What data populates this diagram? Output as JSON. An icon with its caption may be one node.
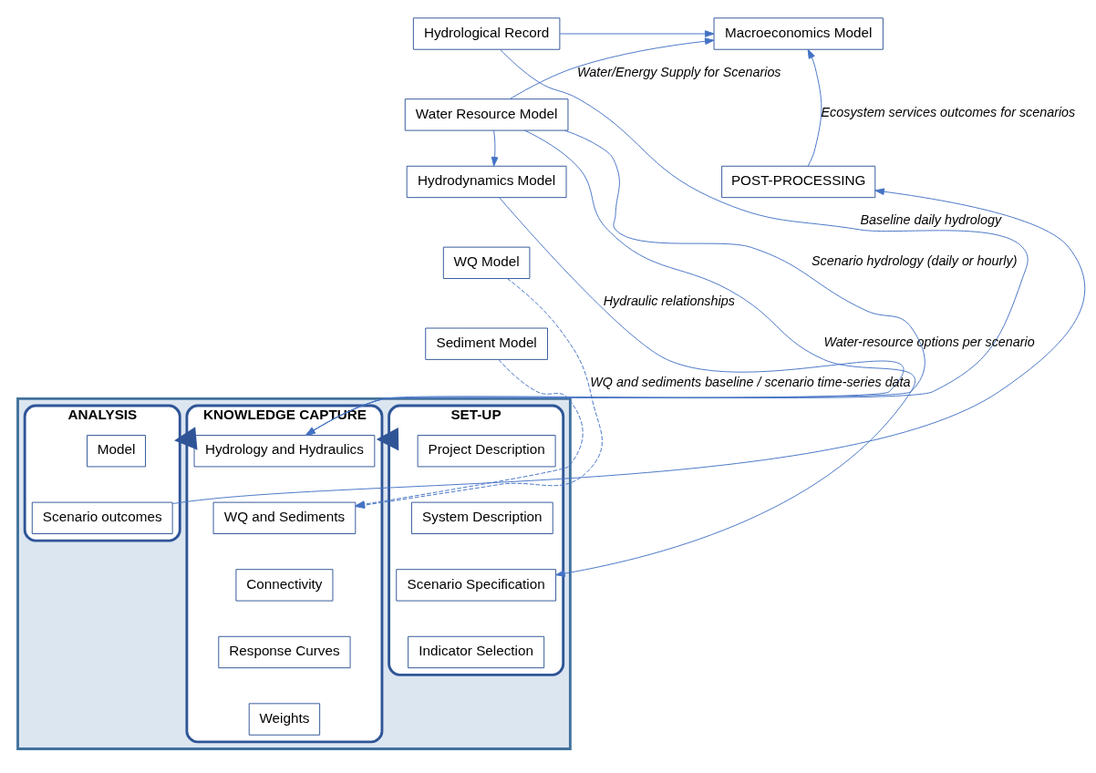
{
  "diagram": {
    "nodes": [
      {
        "text": [
          "Hydrological Record"
        ]
      },
      {
        "text": [
          "Water Resource Model"
        ]
      },
      {
        "text": [
          "Hydrodynamics Model"
        ]
      },
      {
        "text": [
          "WQ Model"
        ]
      },
      {
        "text": [
          "Sediment Model"
        ]
      },
      {
        "text": [
          "Macroeconomics Model"
        ]
      },
      {
        "text": [
          "POST-PROCESSING"
        ]
      },
      {
        "text": [],
        "shape": "box"
      },
      {
        "text": [
          "SET-UP"
        ],
        "in": 7
      },
      {
        "text": [
          "Project Description"
        ],
        "in": 8
      },
      {
        "text": [
          "System Description"
        ],
        "in": 8
      },
      {
        "text": [
          "Scenario Specification"
        ],
        "in": 8
      },
      {
        "text": [
          "Indicator Selection"
        ],
        "in": 8
      },
      {
        "text": [
          "KNOWLEDGE CAPTURE"
        ],
        "in": 7
      },
      {
        "text": [
          "Hydrology and Hydraulics"
        ],
        "in": 13
      },
      {
        "text": [
          "WQ and Sediments"
        ],
        "in": 13
      },
      {
        "text": [
          "Connectivity"
        ],
        "in": 13
      },
      {
        "text": [
          "Response Curves"
        ],
        "in": 13
      },
      {
        "text": [
          "Weights"
        ],
        "in": 13
      },
      {
        "text": [
          "ANALYSIS"
        ],
        "in": 7
      },
      {
        "text": [
          "Model"
        ],
        "in": 19
      },
      {
        "text": [
          "Scenario outcomes"
        ],
        "in": 19
      }
    ],
    "edges": [
      {
        "from": 1,
        "to": 5,
        "arrow": "to",
        "label": "Water/Energy Supply for Scenarios"
      },
      {
        "from": 0,
        "to": 5,
        "arrow": "to"
      },
      {
        "from": 1,
        "to": 2,
        "arrow": "to"
      },
      {
        "from": 1,
        "to": 11,
        "arrow": "to",
        "label": "Water-resource options per scenario"
      },
      {
        "from": 0,
        "to": 14,
        "arrow": "to",
        "label": "Baseline daily hydrology"
      },
      {
        "from": 1,
        "to": 14,
        "arrow": "to",
        "label": "Scenario hydrology (daily or hourly)"
      },
      {
        "from": 2,
        "to": 14,
        "arrow": "to",
        "label": "Hydraulic relationships"
      },
      {
        "from": 3,
        "to": 15,
        "arrow": "to",
        "style": "dashed",
        "label": "WQ and sediments baseline / scenario time-series data"
      },
      {
        "from": 4,
        "to": 15,
        "arrow": "to",
        "style": "dashed"
      },
      {
        "from": 21,
        "to": 6,
        "arrow": "to"
      },
      {
        "from": 6,
        "to": 5,
        "arrow": "to",
        "label": "Ecosystem services outcomes for scenarios"
      },
      {
        "from": 8,
        "to": 13,
        "arrow": "to",
        "style": "thick",
        "color": "#2f5597"
      },
      {
        "from": 13,
        "to": 19,
        "arrow": "to",
        "style": "thick",
        "color": "#2f5597"
      }
    ]
  }
}
